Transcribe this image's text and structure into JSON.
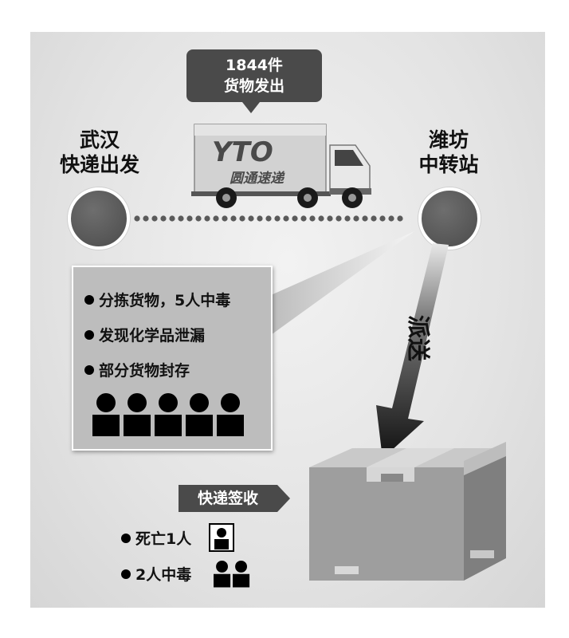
{
  "shipment": {
    "count": "1844件",
    "desc": "货物发出"
  },
  "origin": {
    "line1": "武汉",
    "line2": "快递出发"
  },
  "transfer": {
    "line1": "潍坊",
    "line2": "中转站"
  },
  "truck": {
    "brand": "YTO",
    "brand_cn": "圆通速递"
  },
  "events": {
    "items": [
      "分拣货物，5人中毒",
      "发现化学品泄漏",
      "部分货物封存"
    ],
    "poisoned_count": 5
  },
  "delivery": {
    "label": "派送"
  },
  "receipt": {
    "label": "快递签收",
    "death": "死亡1人",
    "poisoned": "2人中毒"
  },
  "colors": {
    "dark": "#4a4a4a",
    "node": "#555555",
    "box": "#bdbdbd"
  }
}
